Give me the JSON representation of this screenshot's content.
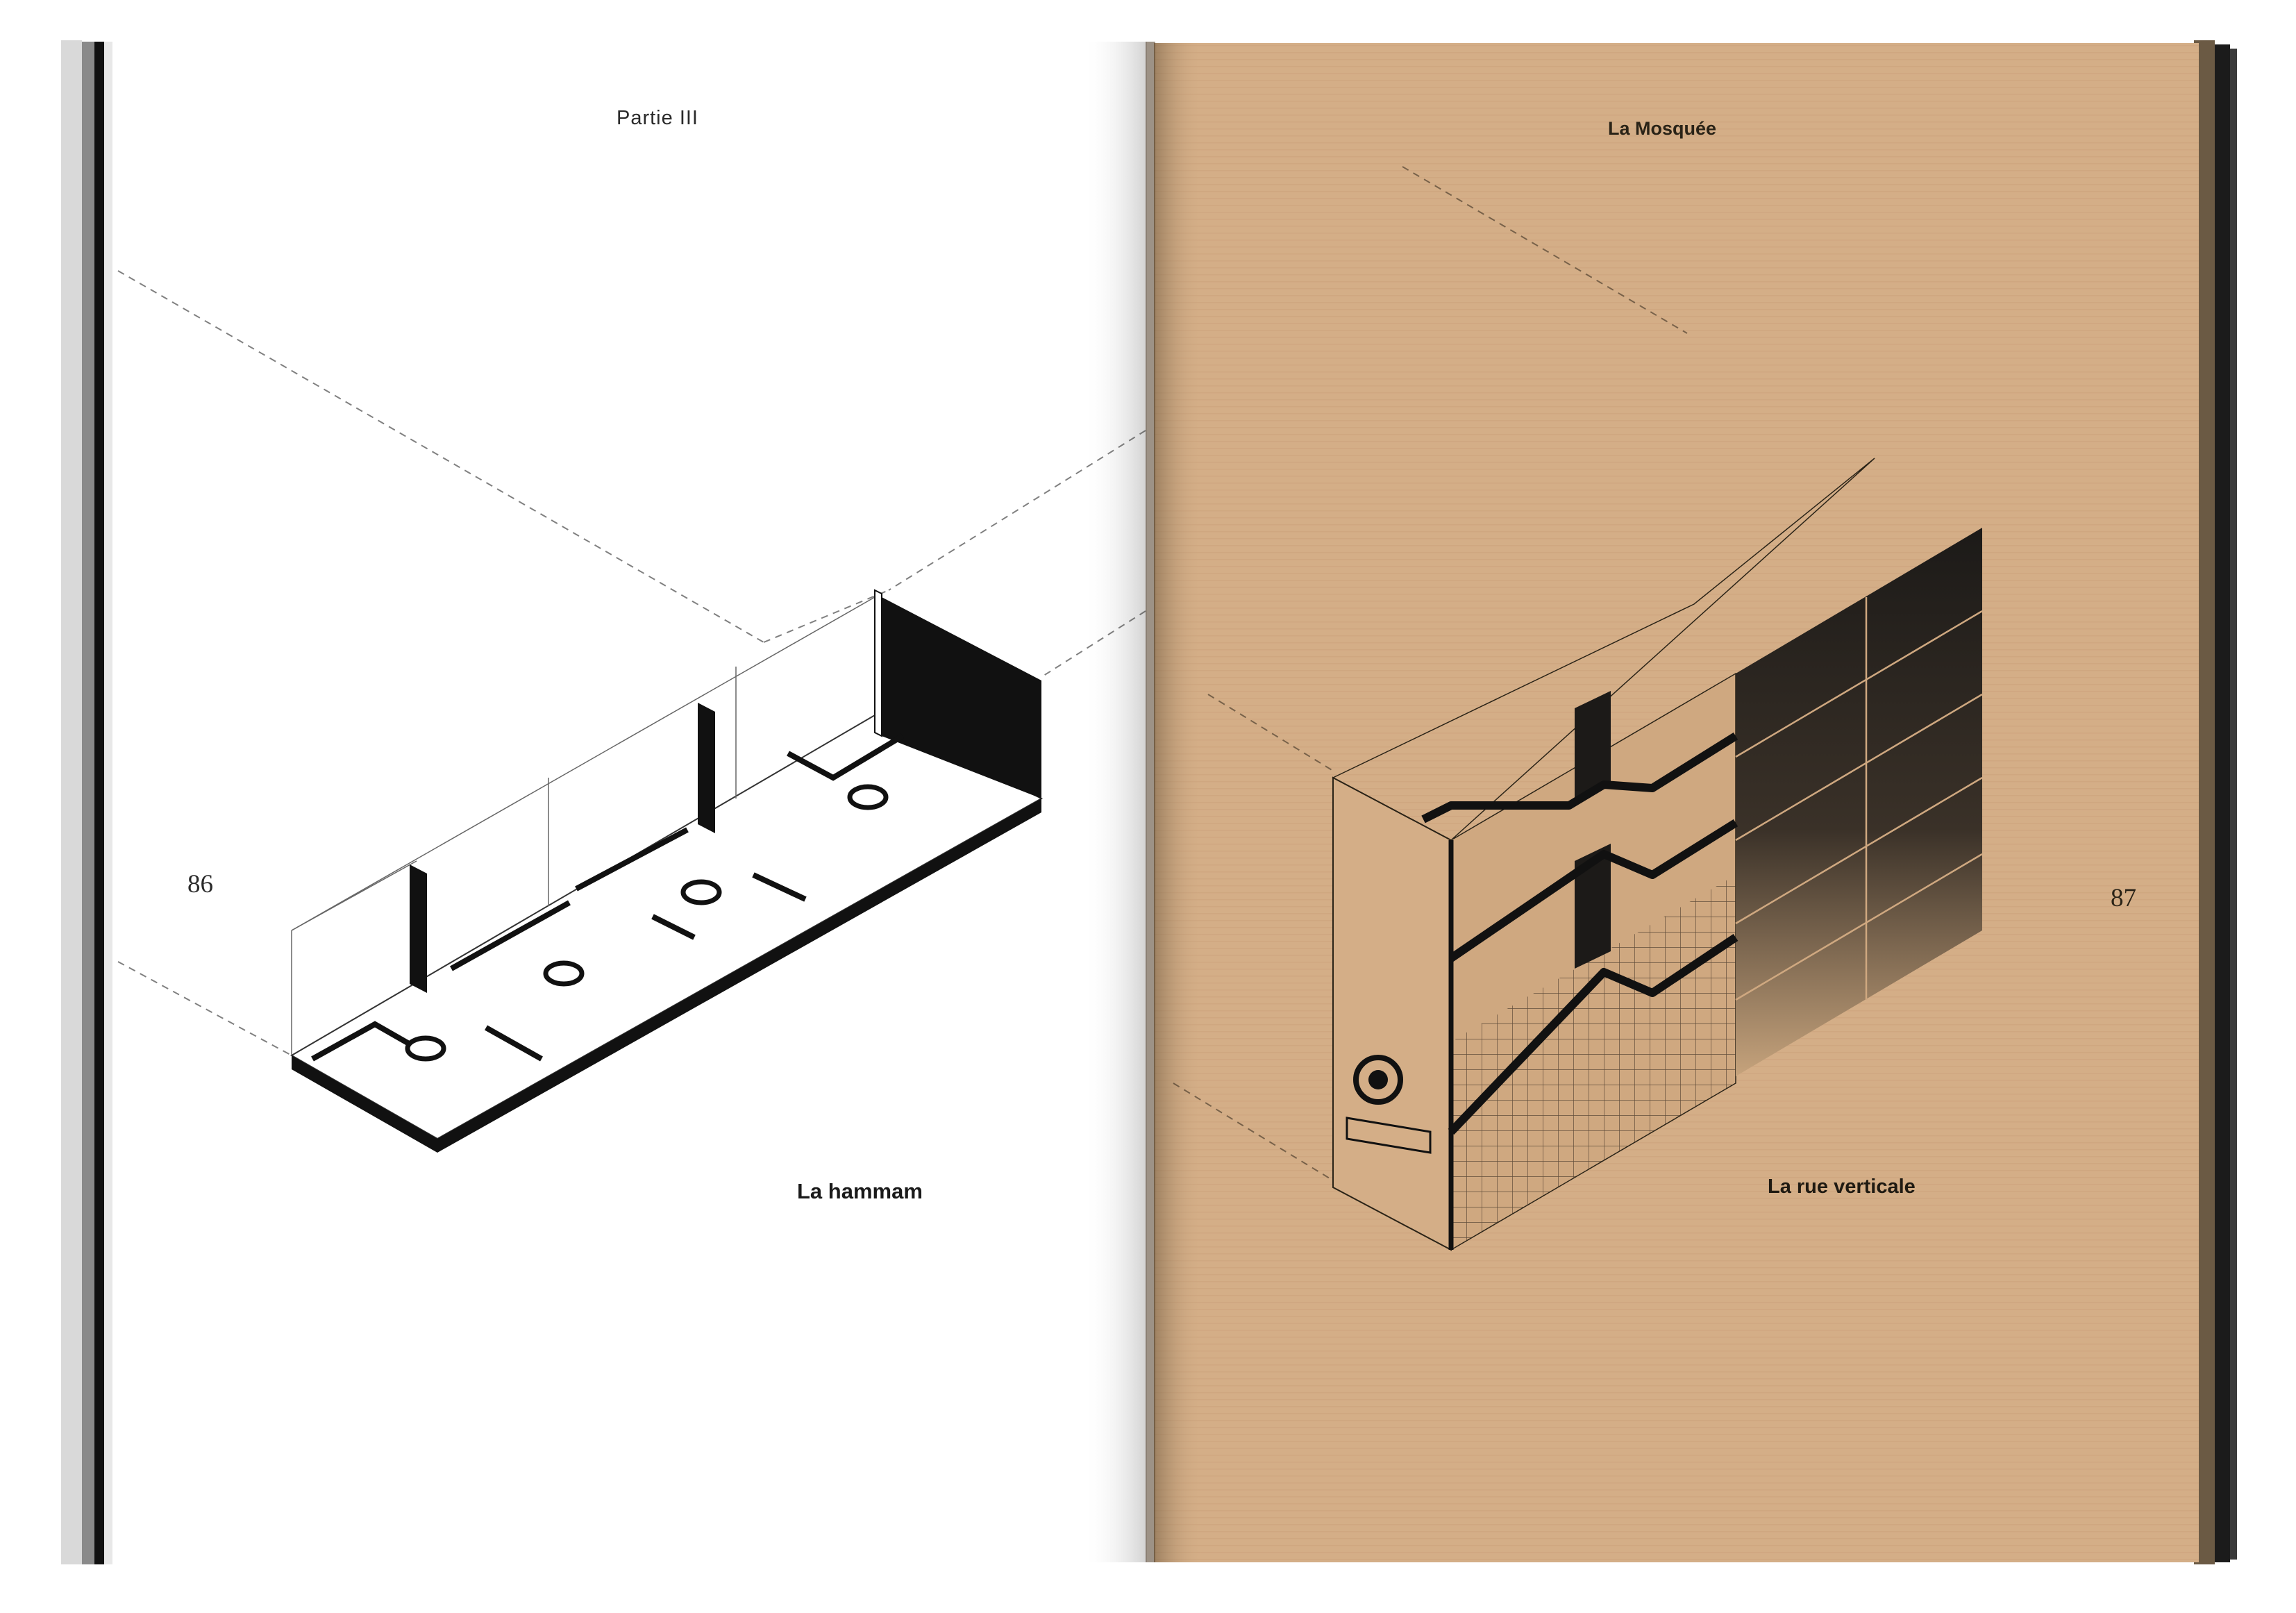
{
  "left_page": {
    "running_head": "Partie III",
    "folio": "86",
    "caption": "La hammam",
    "figure": {
      "icon": "isometric-hammam-drawing"
    }
  },
  "right_page": {
    "running_head": "La Mosquée",
    "folio": "87",
    "caption": "La rue verticale",
    "figure": {
      "icon": "isometric-vertical-street-drawing"
    }
  },
  "colors": {
    "left_paper": "#ffffff",
    "right_paper": "#d3ad85",
    "ink": "#1a1a1a"
  }
}
